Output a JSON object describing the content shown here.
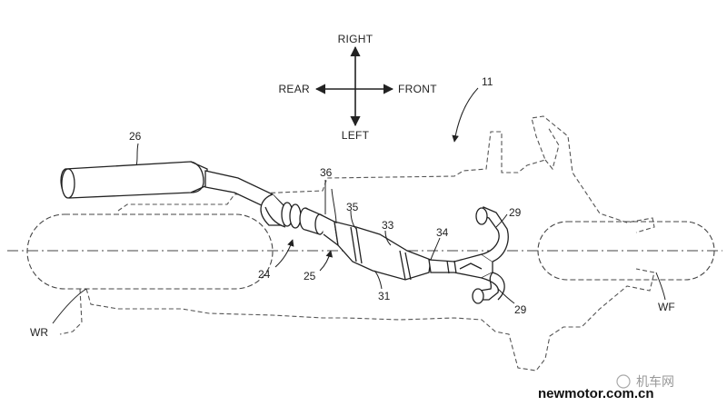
{
  "compass": {
    "up": "RIGHT",
    "down": "LEFT",
    "left": "REAR",
    "right": "FRONT"
  },
  "refs": {
    "r11": "11",
    "r24": "24",
    "r25": "25",
    "r26": "26",
    "r29a": "29",
    "r29b": "29",
    "r31": "31",
    "r33": "33",
    "r34": "34",
    "r35": "35",
    "r36": "36"
  },
  "wheels": {
    "rear": "WR",
    "front": "WF"
  },
  "watermark": {
    "site": "newmotor.com.cn",
    "chinese": "机车网"
  }
}
